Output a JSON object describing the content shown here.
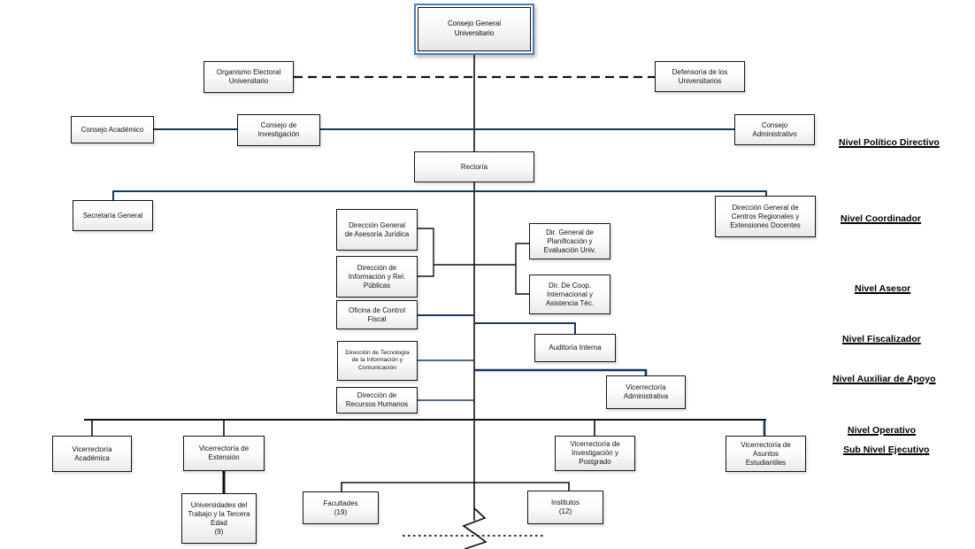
{
  "nodes": {
    "consejo_general": "Consejo General\nUniversitario",
    "organismo_electoral": "Organismo Electoral\nUniversitario",
    "defensoria": "Defensoría de los\nUniversitarios",
    "consejo_academico": "Consejo Académico",
    "consejo_investigacion": "Consejo de\nInvestigación",
    "consejo_administrativo": "Consejo\nAdministrativo",
    "rectoria": "Rectoría",
    "secretaria_general": "Secretaría General",
    "asesoria_juridica": "Dirección General\nde Asesoría Jurídica",
    "informacion_rel_publicas": "Dirección de\nInformación y Rel.\nPúblicas",
    "control_fiscal": "Oficina de Control\nFiscal",
    "planificacion": "Dir. General de\nPlanificación y\nEvaluación Univ.",
    "coop_internacional": "Dir. De Coop.\nInternacional y\nAsistencia Téc.",
    "auditoria_interna": "Auditoría Interna",
    "tecnologia_informacion": "Dirección de Tecnología\nde la Información y\nComunicación",
    "vicerrectoria_administrativa": "Vicerrectoría\nAdministrativa",
    "recursos_humanos": "Dirección de\nRecursos Humanos",
    "centros_regionales": "Dirección General de\nCentros Regionales y\nExtensiones Docentes",
    "vicerrectoria_academica": "Vicerrectoría\nAcadémica",
    "vicerrectoria_extension": "Vicerrectoría de\nExtensión",
    "vicerrectoria_investigacion": "Vicerrectoría de\nInvestigación y\nPostgrado",
    "vicerrectoria_asuntos": "Vicerrectoría de\nAsuntos\nEstudiantiles",
    "universidades_trabajo": "Universidades del\nTrabajo y la Tercera\nEdad\n(9)",
    "facultades": "Facultades\n(19)",
    "institutos": "Institutos\n(12)"
  },
  "levels": {
    "politico_directivo": "Nivel Político Directivo",
    "coordinador": "Nivel Coordinador",
    "asesor": "Nivel Asesor",
    "fiscalizador": "Nivel Fiscalizador",
    "auxiliar_apoyo": "Nivel Auxiliar de Apoyo",
    "operativo": "Nivel Operativo",
    "sub_ejecutivo": "Sub Nivel Ejecutivo"
  },
  "colors": {
    "line_navy": "#17375e",
    "line_black": "#111111",
    "top_box_border_blue": "#4a7ebb"
  }
}
